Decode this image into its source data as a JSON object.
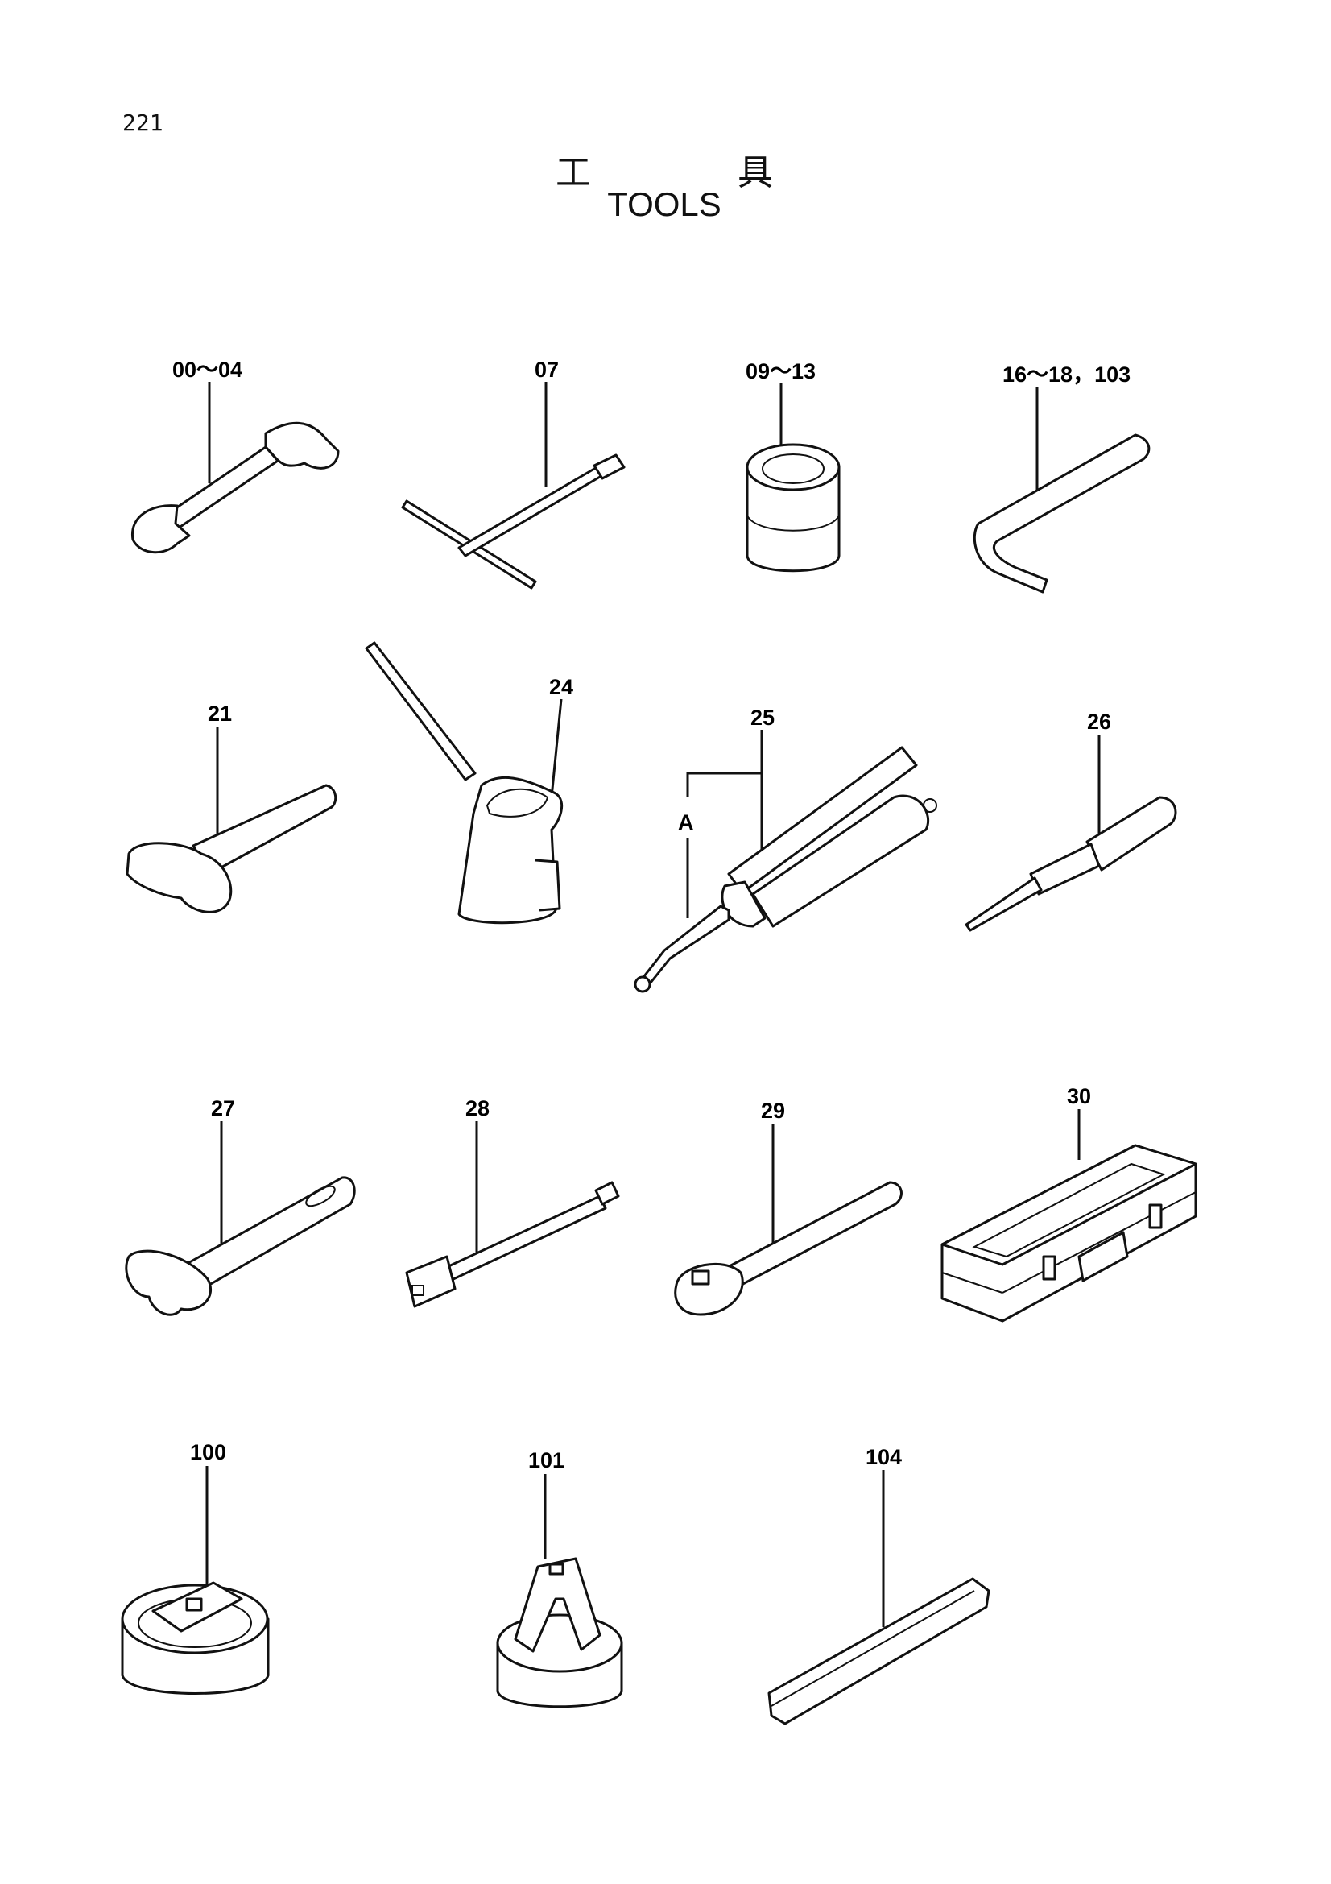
{
  "page_number": "221",
  "title_jp_1": "工",
  "title_jp_2": "具",
  "title_en": "TOOLS",
  "callouts": {
    "wrench": "00～04",
    "t_wrench": "07",
    "socket": "09～13",
    "hex_key": "16～18，103",
    "hammer": "21",
    "oil_can": "24",
    "grease_gun": "25",
    "grease_gun_sub": "A",
    "screwdriver": "26",
    "adjustable_wrench": "27",
    "extension_bar": "28",
    "ratchet_handle": "29",
    "tool_box": "30",
    "filter_wrench_100": "100",
    "filter_wrench_101": "101",
    "hex_bar": "104"
  }
}
